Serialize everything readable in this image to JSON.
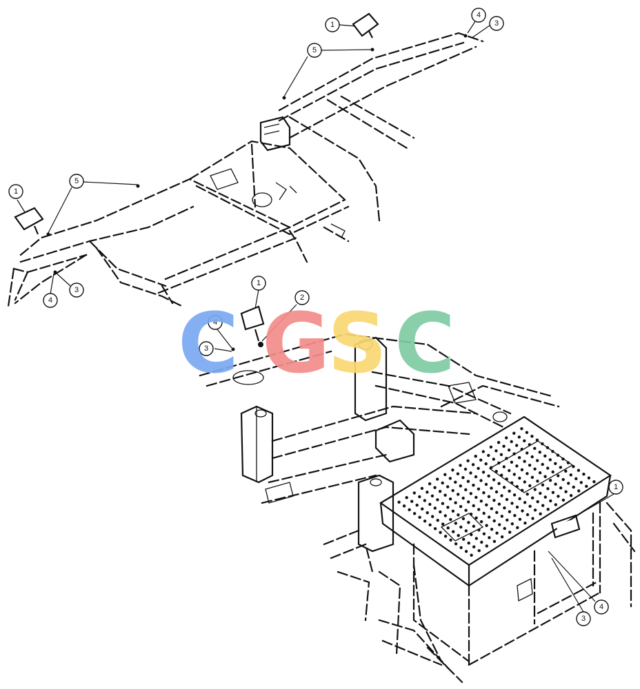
{
  "watermark": {
    "letters": [
      {
        "char": "C",
        "color": "#7aaaf2"
      },
      {
        "char": "G",
        "color": "#f28e8a"
      },
      {
        "char": "S",
        "color": "#f9d873"
      },
      {
        "char": "C",
        "color": "#7ecba3"
      }
    ]
  },
  "callouts": {
    "top_light": "1",
    "top_bolt": "5",
    "top_nut": "4",
    "top_washer": "3",
    "left_light": "1",
    "left_bolt": "5",
    "left_washer": "3",
    "left_nut": "4",
    "mid_light": "1",
    "mid_wire": "2",
    "mid_nut": "4",
    "mid_washer": "3",
    "right_light": "1",
    "right_washer": "3",
    "right_nut": "4"
  }
}
